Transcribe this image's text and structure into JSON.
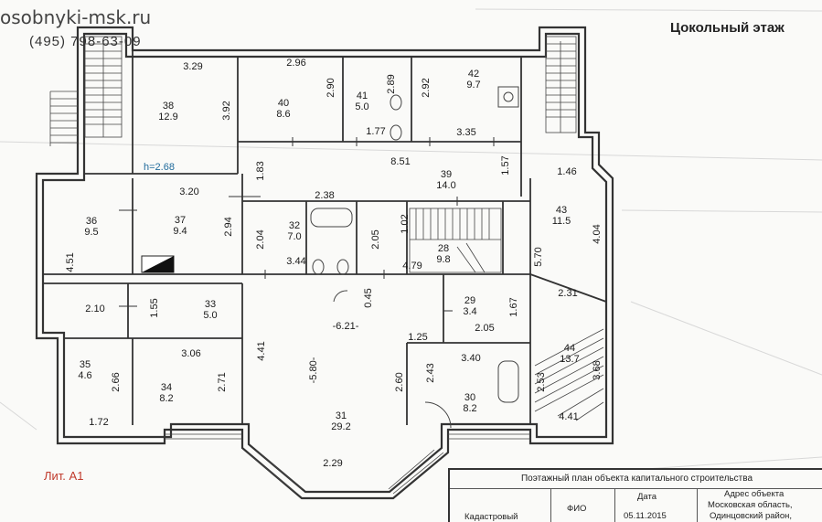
{
  "header": {
    "site": "osobnyki-msk.ru",
    "phone": "(495)  798-63-09",
    "floor_title": "Цокольный этаж"
  },
  "footer": {
    "lit": "Лит. А1"
  },
  "title_block": {
    "heading": "Поэтажный план объекта капитального строительства",
    "cadastral_label": "Кадастровый",
    "fio_label": "ФИО",
    "date_label": "Дата",
    "date_value": "05.11.2015",
    "address_label": "Адрес объекта",
    "address_line1": "Московская область,",
    "address_line2": "Одинцовский район,"
  },
  "ceiling_height": "h=2.68",
  "rooms": [
    {
      "num": "38",
      "area": "12.9"
    },
    {
      "num": "40",
      "area": "8.6"
    },
    {
      "num": "41",
      "area": "5.0"
    },
    {
      "num": "42",
      "area": "9.7"
    },
    {
      "num": "39",
      "area": "14.0"
    },
    {
      "num": "36",
      "area": "9.5"
    },
    {
      "num": "37",
      "area": "9.4"
    },
    {
      "num": "32",
      "area": "7.0"
    },
    {
      "num": "28",
      "area": "9.8"
    },
    {
      "num": "43",
      "area": "11.5"
    },
    {
      "num": "33",
      "area": "5.0"
    },
    {
      "num": "29",
      "area": "3.4"
    },
    {
      "num": "35",
      "area": "4.6"
    },
    {
      "num": "34",
      "area": "8.2"
    },
    {
      "num": "31",
      "area": "29.2"
    },
    {
      "num": "30",
      "area": "8.2"
    },
    {
      "num": "44",
      "area": "13.7"
    }
  ],
  "dimensions": [
    "3.29",
    "3.92",
    "2.96",
    "2.90",
    "2.89",
    "2.92",
    "1.77",
    "3.35",
    "8.51",
    "1.57",
    "1.46",
    "1.83",
    "3.20",
    "2.38",
    "2.94",
    "2.04",
    "3.44",
    "2.05",
    "1.02",
    "4.79",
    "5.70",
    "4.04",
    "4.51",
    "2.10",
    "1.55",
    "0.45",
    "-6.21-",
    "1.67",
    "2.05",
    "2.31",
    "3.06",
    "2.71",
    "4.41",
    "-5.80-",
    "1.25",
    "3.40",
    "2.66",
    "2.43",
    "2.60",
    "2.53",
    "3.68",
    "1.72",
    "4.41",
    "2.29"
  ]
}
